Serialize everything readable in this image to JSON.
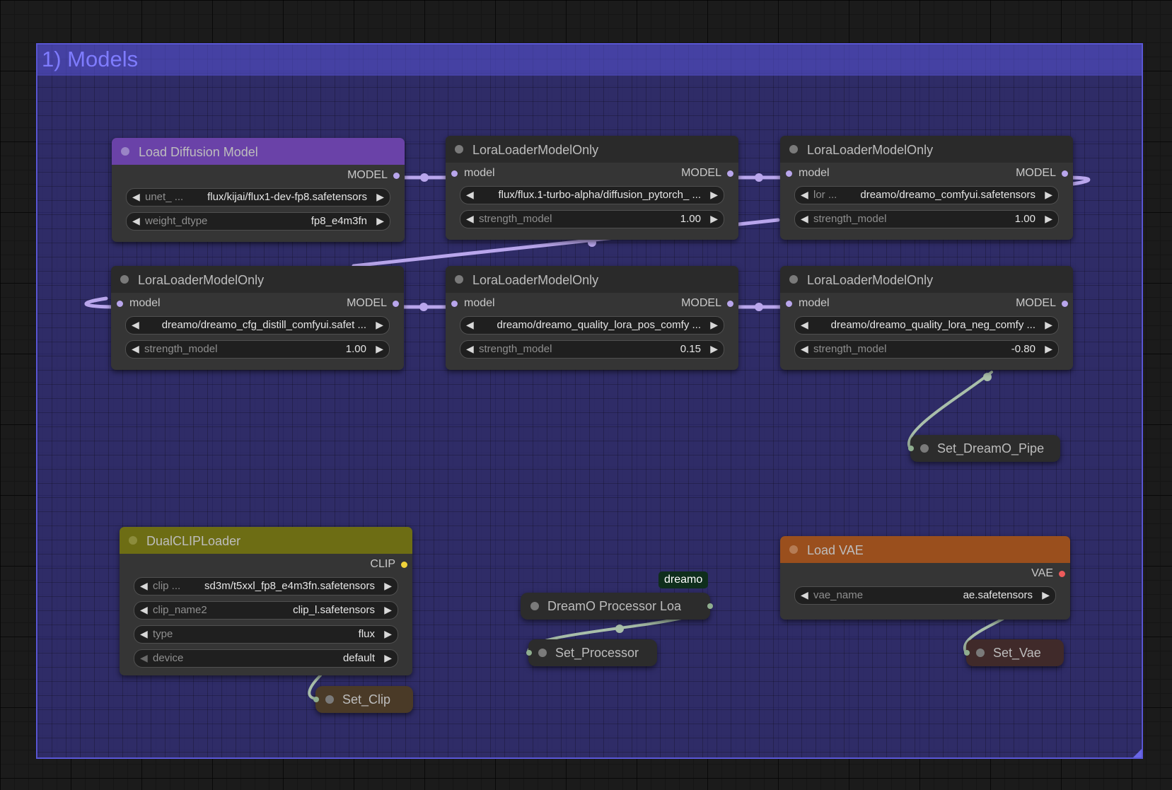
{
  "group": {
    "title": "1) Models"
  },
  "nodes": {
    "load_diffusion": {
      "title": "Load Diffusion Model",
      "output": "MODEL",
      "widgets": [
        {
          "name": "unet_ ...",
          "value": "flux/kijai/flux1-dev-fp8.safetensors"
        },
        {
          "name": "weight_dtype",
          "value": "fp8_e4m3fn"
        }
      ]
    },
    "lora1": {
      "title": "LoraLoaderModelOnly",
      "input": "model",
      "output": "MODEL",
      "widgets": [
        {
          "name": "",
          "value": "flux/flux.1-turbo-alpha/diffusion_pytorch_ ..."
        },
        {
          "name": "strength_model",
          "value": "1.00"
        }
      ]
    },
    "lora2": {
      "title": "LoraLoaderModelOnly",
      "input": "model",
      "output": "MODEL",
      "widgets": [
        {
          "name": "lor ...",
          "value": "dreamo/dreamo_comfyui.safetensors"
        },
        {
          "name": "strength_model",
          "value": "1.00"
        }
      ]
    },
    "lora3": {
      "title": "LoraLoaderModelOnly",
      "input": "model",
      "output": "MODEL",
      "widgets": [
        {
          "name": "",
          "value": "dreamo/dreamo_cfg_distill_comfyui.safet ..."
        },
        {
          "name": "strength_model",
          "value": "1.00"
        }
      ]
    },
    "lora4": {
      "title": "LoraLoaderModelOnly",
      "input": "model",
      "output": "MODEL",
      "widgets": [
        {
          "name": "",
          "value": "dreamo/dreamo_quality_lora_pos_comfy ..."
        },
        {
          "name": "strength_model",
          "value": "0.15"
        }
      ]
    },
    "lora5": {
      "title": "LoraLoaderModelOnly",
      "input": "model",
      "output": "MODEL",
      "widgets": [
        {
          "name": "",
          "value": "dreamo/dreamo_quality_lora_neg_comfy ..."
        },
        {
          "name": "strength_model",
          "value": "-0.80"
        }
      ]
    },
    "dualclip": {
      "title": "DualCLIPLoader",
      "output": "CLIP",
      "widgets": [
        {
          "name": "clip ...",
          "value": "sd3m/t5xxl_fp8_e4m3fn.safetensors"
        },
        {
          "name": "clip_name2",
          "value": "clip_l.safetensors"
        },
        {
          "name": "type",
          "value": "flux"
        },
        {
          "name": "device",
          "value": "default"
        }
      ]
    },
    "load_vae": {
      "title": "Load VAE",
      "output": "VAE",
      "widgets": [
        {
          "name": "vae_name",
          "value": "ae.safetensors"
        }
      ]
    }
  },
  "pills": {
    "set_dreamo_pipe": "Set_DreamO_Pipe",
    "dreamo_processor": "DreamO Processor Loa",
    "set_processor": "Set_Processor",
    "set_clip": "Set_Clip",
    "set_vae": "Set_Vae"
  },
  "badge": "dreamo",
  "colors": {
    "model_wire": "#b9a6ec",
    "other_wire": "#a9bfaa",
    "group_border": "#5a57d6",
    "group_title": "#7f7cff"
  }
}
